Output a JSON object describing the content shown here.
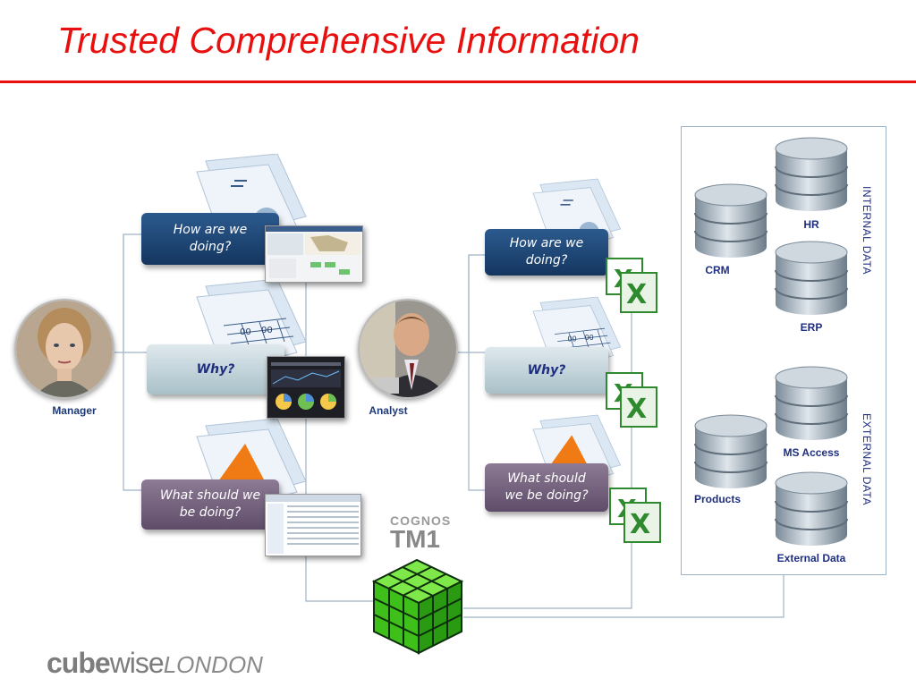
{
  "slide": {
    "title": "Trusted Comprehensive Information"
  },
  "people": {
    "manager_label": "Manager",
    "analyst_label": "Analyst"
  },
  "manager_questions": {
    "q1": "How are we doing?",
    "q2": "Why?",
    "q3": "What should we be doing?"
  },
  "analyst_questions": {
    "q1": "How are we doing?",
    "q2": "Why?",
    "q3": "What should we be doing?"
  },
  "data_sources": {
    "internal_label": "INTERNAL DATA",
    "external_label": "EXTERNAL DATA",
    "crm": "CRM",
    "hr": "HR",
    "erp": "ERP",
    "ms_access": "MS Access",
    "products": "Products",
    "external_data": "External Data"
  },
  "engine": {
    "brand_top": "COGNOS",
    "brand_bottom": "TM1"
  },
  "footer": {
    "logo_bold": "cube",
    "logo_regular": "wise",
    "logo_italic": "LONDON"
  },
  "colors": {
    "title": "#e8100f",
    "question_blue": "#1e4677",
    "question_teal": "#b8ccd4",
    "question_purple": "#6e5c79",
    "excel_green": "#2f8a2f",
    "cube_green": "#44c81a",
    "label_navy": "#1f2f80"
  }
}
